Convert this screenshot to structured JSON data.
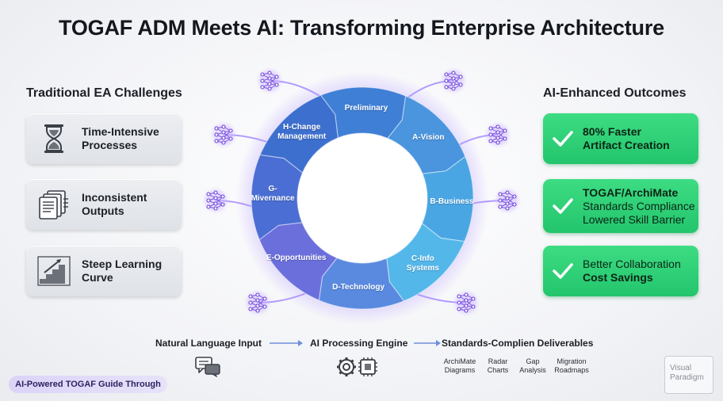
{
  "title": "TOGAF ADM Meets AI: Transforming Enterprise Architecture",
  "left": {
    "heading": "Traditional EA Challenges",
    "cards": [
      {
        "line1": "Time-Intensive",
        "line2": "Processes",
        "icon": "hourglass-icon"
      },
      {
        "line1": "Inconsistent",
        "line2": "Outputs",
        "icon": "documents-icon"
      },
      {
        "line1": "Steep Learning",
        "line2": "Curve",
        "icon": "stairs-icon"
      }
    ]
  },
  "right": {
    "heading": "AI-Enhanced Outcomes",
    "cards": [
      {
        "lines": [
          "80% Faster",
          "Artifact Creation"
        ],
        "icon": "check-icon"
      },
      {
        "lines": [
          "TOGAF/ArchiMate",
          "Standards Compliance",
          "Lowered Skill Barrier"
        ],
        "icon": "check-icon"
      },
      {
        "lines": [
          "Better Collaboration",
          "Cost Savings"
        ],
        "icon": "check-icon"
      }
    ]
  },
  "cycle": {
    "segments": [
      {
        "label": "Preliminary"
      },
      {
        "label": "A-Vision"
      },
      {
        "label": "B-Business"
      },
      {
        "label": "C-Info\nSystems"
      },
      {
        "label": "D-Technology"
      },
      {
        "label": "E-Opportunities"
      },
      {
        "label": "G-\nMivernance"
      },
      {
        "label": "H-Change\nManagement"
      }
    ],
    "colors": [
      "#3f7fd6",
      "#4a95dd",
      "#4aa6e3",
      "#53b7ea",
      "#5a8ae0",
      "#6b6fdc",
      "#4a6ed3",
      "#3d6fcf"
    ]
  },
  "flow": {
    "step1": "Natural Language Input",
    "step2": "AI Processing Engine",
    "step3": "Standards-Complien Deliverables",
    "deliverables": [
      {
        "l1": "ArchiMate",
        "l2": "Diagrams"
      },
      {
        "l1": "Radar",
        "l2": "Charts"
      },
      {
        "l1": "Gap",
        "l2": "Analysis"
      },
      {
        "l1": "Migration",
        "l2": "Roadmaps"
      }
    ]
  },
  "badge": "AI-Powered TOGAF Guide Through",
  "watermark": {
    "line1": "Visual",
    "line2": "Paradigm"
  }
}
